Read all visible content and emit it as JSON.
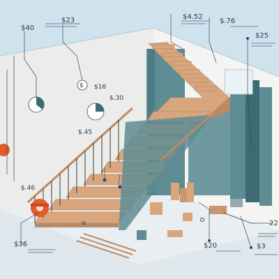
{
  "colors": {
    "background": "#cfe3ee",
    "wall": "#ececea",
    "floor": "#dfe7ec",
    "stair_wood": "#d8a57d",
    "stair_shadow": "#b98a66",
    "panel_teal": "#5f8c93",
    "panel_dark": "#3d6a73",
    "accent_orange": "#e35a2b"
  },
  "price_labels": {
    "top_left": "$40",
    "top_mid": "$23",
    "top_right_a": "$4.52",
    "top_right_b": "$.76",
    "right_upper": "$25",
    "right_lower": "22",
    "bottom_left": "$36",
    "bottom_mid": "$20",
    "bottom_right": "$3",
    "small_left_a": "$.46",
    "small_mid_a": "$16",
    "small_mid_b": "$.30",
    "small_mid_c": "$.45"
  },
  "icons": [
    "dollar-icon",
    "pie-chart-icon",
    "tape-roll-icon",
    "chart-icon"
  ]
}
